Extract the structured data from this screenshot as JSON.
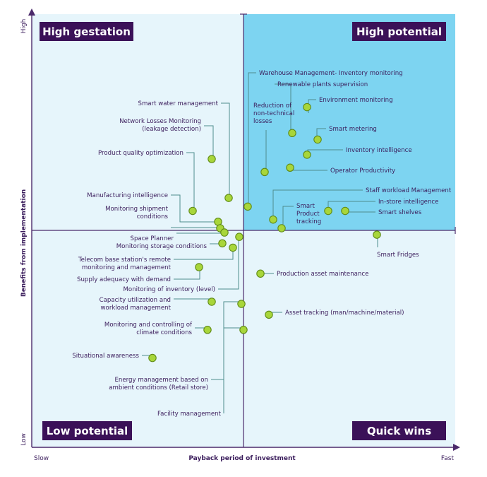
{
  "chart_data": {
    "type": "scatter",
    "xlabel": "Payback period of investment",
    "ylabel": "Benefits from implementation",
    "x_ticks": {
      "low": "Slow",
      "high": "Fast"
    },
    "y_ticks": {
      "low": "Low",
      "high": "High"
    },
    "quadrants": {
      "top_left": "High gestation",
      "top_right": "High potential",
      "bottom_left": "Low potential",
      "bottom_right": "Quick wins"
    },
    "colors": {
      "light_fill": "#e6f5fb",
      "high_fill": "#7dd4f1",
      "axis": "#4b2a6b",
      "title_box": "#3b1158",
      "marker": "#a8d63a",
      "marker_edge": "#5f8a16",
      "leader": "#4e8d8d"
    },
    "points": [
      {
        "name": "Warehouse Management- Inventory monitoring",
        "x": 0.02,
        "y": 0.11
      },
      {
        "name": "Renewable plants supervision",
        "x": 0.23,
        "y": 0.45
      },
      {
        "name": "Environment monitoring",
        "x": 0.3,
        "y": 0.57
      },
      {
        "name": "Reduction of non-technical losses",
        "x": 0.1,
        "y": 0.27
      },
      {
        "name": "Smart metering",
        "x": 0.35,
        "y": 0.42
      },
      {
        "name": "Inventory intelligence",
        "x": 0.3,
        "y": 0.35
      },
      {
        "name": "Operator Productivity",
        "x": 0.22,
        "y": 0.29
      },
      {
        "name": "Staff workload Management",
        "x": 0.14,
        "y": 0.05
      },
      {
        "name": "Smart Product tracking",
        "x": 0.18,
        "y": 0.01
      },
      {
        "name": "In-store intelligence",
        "x": 0.4,
        "y": 0.09
      },
      {
        "name": "Smart shelves",
        "x": 0.48,
        "y": 0.09
      },
      {
        "name": "Smart Fridges",
        "x": 0.63,
        "y": -0.02
      },
      {
        "name": "Production asset maintenance",
        "x": 0.08,
        "y": -0.2
      },
      {
        "name": "Asset tracking (man/machine/material)",
        "x": 0.12,
        "y": -0.39
      },
      {
        "name": "Smart water management",
        "x": -0.07,
        "y": 0.15
      },
      {
        "name": "Network Losses Monitoring (leakage detection)",
        "x": -0.15,
        "y": 0.33
      },
      {
        "name": "Product quality optimization",
        "x": -0.24,
        "y": 0.09
      },
      {
        "name": "Manufacturing intelligence",
        "x": -0.12,
        "y": 0.04
      },
      {
        "name": "Monitoring shipment conditions",
        "x": -0.11,
        "y": 0.01
      },
      {
        "name": "Space Planner",
        "x": -0.09,
        "y": -0.01
      },
      {
        "name": "Monitoring storage conditions",
        "x": -0.1,
        "y": -0.06
      },
      {
        "name": "Telecom base station's remote monitoring and management",
        "x": -0.05,
        "y": -0.08
      },
      {
        "name": "Supply adequacy with demand",
        "x": -0.21,
        "y": -0.17
      },
      {
        "name": "Monitoring of inventory (level)",
        "x": -0.02,
        "y": -0.03
      },
      {
        "name": "Capacity utilization and workload management",
        "x": -0.15,
        "y": -0.33
      },
      {
        "name": "Monitoring and controlling of climate conditions",
        "x": -0.17,
        "y": -0.46
      },
      {
        "name": "Situational awareness",
        "x": -0.43,
        "y": -0.59
      },
      {
        "name": "Energy management based on ambient conditions (Retail store)",
        "x": 0.0,
        "y": -0.46
      },
      {
        "name": "Facility management",
        "x": -0.01,
        "y": -0.34
      }
    ]
  }
}
